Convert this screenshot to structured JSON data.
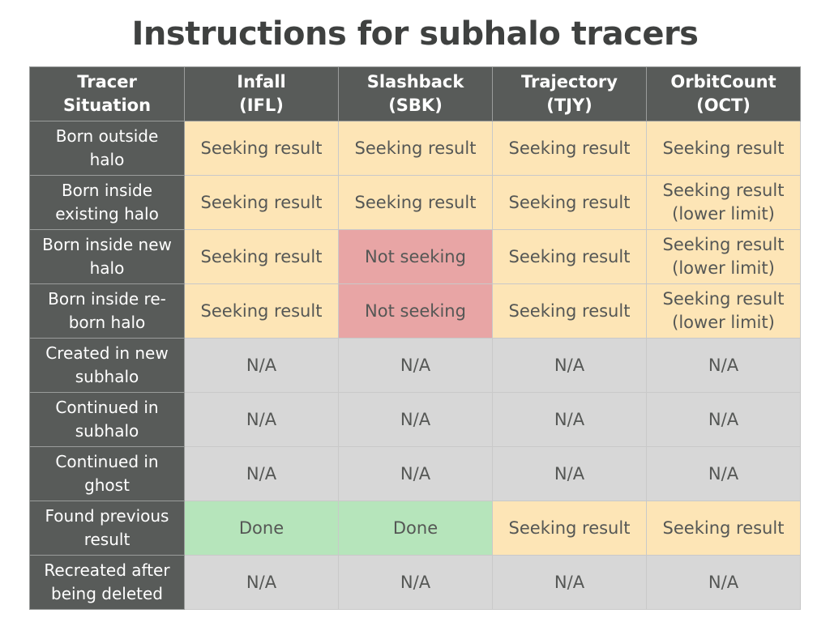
{
  "title": "Instructions for subhalo tracers",
  "table": {
    "corner": "Tracer\nSituation",
    "columns": [
      "Infall\n(IFL)",
      "Slashback\n(SBK)",
      "Trajectory\n(TJY)",
      "OrbitCount\n(OCT)"
    ],
    "rows": [
      {
        "label": "Born outside\nhalo",
        "cells": [
          {
            "text": "Seeking result",
            "status": "seek"
          },
          {
            "text": "Seeking result",
            "status": "seek"
          },
          {
            "text": "Seeking result",
            "status": "seek"
          },
          {
            "text": "Seeking result",
            "status": "seek"
          }
        ]
      },
      {
        "label": "Born inside\nexisting halo",
        "cells": [
          {
            "text": "Seeking result",
            "status": "seek"
          },
          {
            "text": "Seeking result",
            "status": "seek"
          },
          {
            "text": "Seeking result",
            "status": "seek"
          },
          {
            "text": "Seeking result\n(lower limit)",
            "status": "seek"
          }
        ]
      },
      {
        "label": "Born inside new\nhalo",
        "cells": [
          {
            "text": "Seeking result",
            "status": "seek"
          },
          {
            "text": "Not seeking",
            "status": "notseek"
          },
          {
            "text": "Seeking result",
            "status": "seek"
          },
          {
            "text": "Seeking result\n(lower limit)",
            "status": "seek"
          }
        ]
      },
      {
        "label": "Born inside re-\nborn halo",
        "cells": [
          {
            "text": "Seeking result",
            "status": "seek"
          },
          {
            "text": "Not seeking",
            "status": "notseek"
          },
          {
            "text": "Seeking result",
            "status": "seek"
          },
          {
            "text": "Seeking result\n(lower limit)",
            "status": "seek"
          }
        ]
      },
      {
        "label": "Created in new\nsubhalo",
        "cells": [
          {
            "text": "N/A",
            "status": "na"
          },
          {
            "text": "N/A",
            "status": "na"
          },
          {
            "text": "N/A",
            "status": "na"
          },
          {
            "text": "N/A",
            "status": "na"
          }
        ]
      },
      {
        "label": "Continued in\nsubhalo",
        "cells": [
          {
            "text": "N/A",
            "status": "na"
          },
          {
            "text": "N/A",
            "status": "na"
          },
          {
            "text": "N/A",
            "status": "na"
          },
          {
            "text": "N/A",
            "status": "na"
          }
        ]
      },
      {
        "label": "Continued in\nghost",
        "cells": [
          {
            "text": "N/A",
            "status": "na"
          },
          {
            "text": "N/A",
            "status": "na"
          },
          {
            "text": "N/A",
            "status": "na"
          },
          {
            "text": "N/A",
            "status": "na"
          }
        ]
      },
      {
        "label": "Found previous\nresult",
        "cells": [
          {
            "text": "Done",
            "status": "done"
          },
          {
            "text": "Done",
            "status": "done"
          },
          {
            "text": "Seeking result",
            "status": "seek"
          },
          {
            "text": "Seeking result",
            "status": "seek"
          }
        ]
      },
      {
        "label": "Recreated after\nbeing deleted",
        "cells": [
          {
            "text": "N/A",
            "status": "na"
          },
          {
            "text": "N/A",
            "status": "na"
          },
          {
            "text": "N/A",
            "status": "na"
          },
          {
            "text": "N/A",
            "status": "na"
          }
        ]
      }
    ]
  },
  "colors": {
    "header": "#585b59",
    "seek": "#fde5b6",
    "notseek": "#e8a5a5",
    "na": "#d7d7d7",
    "done": "#b6e5bb"
  }
}
